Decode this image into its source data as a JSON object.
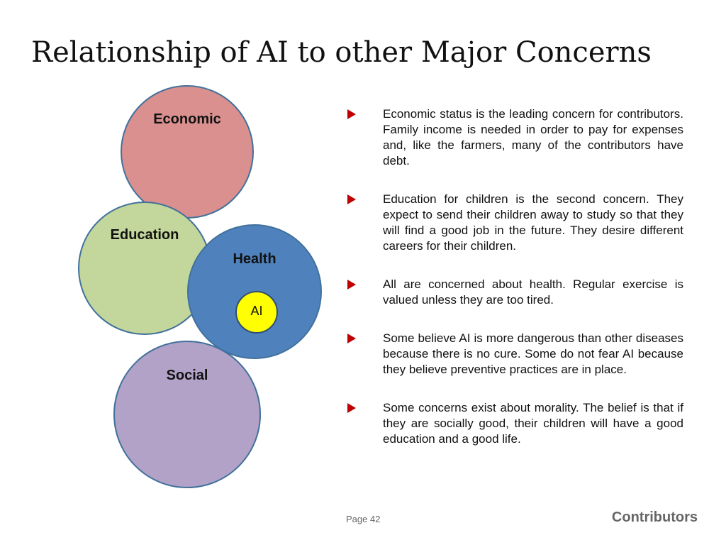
{
  "slide": {
    "title": "Relationship of AI to other Major Concerns"
  },
  "diagram": {
    "circles": [
      {
        "label": "Economic",
        "color": "#d9908f"
      },
      {
        "label": "Education",
        "color": "#c3d69b"
      },
      {
        "label": "Health",
        "color": "#4f81bd"
      },
      {
        "label": "AI",
        "color": "#ffff00"
      },
      {
        "label": "Social",
        "color": "#b3a2c7"
      }
    ]
  },
  "bullets": {
    "marker_color": "#c00000",
    "items": [
      "Economic status is the leading concern for contributors. Family income is needed in order to pay for expenses and, like the farmers, many of the contributors have debt.",
      "Education for children is the second  concern. They expect to send their children away to study so that they will find a good job in the future. They desire different careers for their children.",
      "All are concerned about health. Regular exercise is valued unless they are too tired.",
      "Some believe AI is more dangerous than other diseases because there is no cure. Some do not fear AI because they believe preventive practices are in place.",
      "Some concerns exist about morality. The belief is that if they are socially good, their children will have a good education and a good life."
    ]
  },
  "footer": {
    "page": "Page 42",
    "brand": "Contributors"
  }
}
